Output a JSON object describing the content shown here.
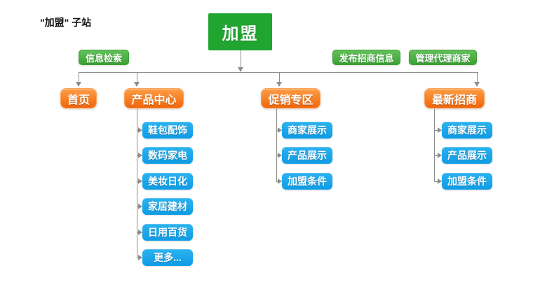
{
  "caption": "\"加盟\" 子站",
  "root": {
    "label": "加盟"
  },
  "action_nodes": [
    {
      "label": "信息检索"
    },
    {
      "label": "发布招商信息"
    },
    {
      "label": "管理代理商家"
    }
  ],
  "branches": [
    {
      "label": "首页",
      "children": []
    },
    {
      "label": "产品中心",
      "children": [
        "鞋包配饰",
        "数码家电",
        "美妆日化",
        "家居建材",
        "日用百货",
        "更多..."
      ]
    },
    {
      "label": "促销专区",
      "children": [
        "商家展示",
        "产品展示",
        "加盟条件"
      ]
    },
    {
      "label": "最新招商",
      "children": [
        "商家展示",
        "产品展示",
        "加盟条件"
      ]
    }
  ],
  "colors": {
    "root_green": "#20a630",
    "button_green_top": "#63c05a",
    "button_green_bottom": "#3aa233",
    "orange_top": "#fc9d45",
    "orange_bottom": "#f2660b",
    "blue_top": "#2cb2ef",
    "blue_bottom": "#0d9ce6",
    "connector_gray": "#8d8d8d",
    "caption_text": "#111111",
    "node_text": "#ffffff"
  }
}
